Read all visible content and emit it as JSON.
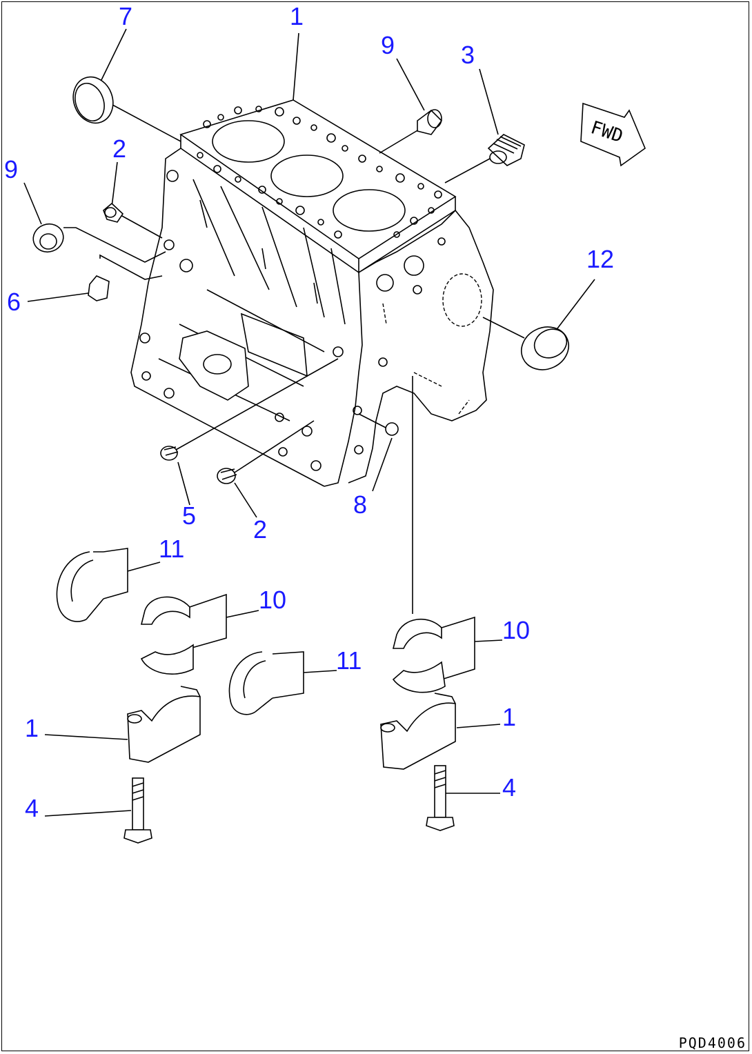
{
  "diagram": {
    "drawing_code": "PQD4006",
    "direction_marker": "FWD",
    "callouts": [
      {
        "id": "c1a",
        "label": "1"
      },
      {
        "id": "c7",
        "label": "7"
      },
      {
        "id": "c9a",
        "label": "9"
      },
      {
        "id": "c3",
        "label": "3"
      },
      {
        "id": "c2a",
        "label": "2"
      },
      {
        "id": "c9b",
        "label": "9"
      },
      {
        "id": "c6",
        "label": "6"
      },
      {
        "id": "c12",
        "label": "12"
      },
      {
        "id": "c5",
        "label": "5"
      },
      {
        "id": "c2b",
        "label": "2"
      },
      {
        "id": "c8",
        "label": "8"
      },
      {
        "id": "c11a",
        "label": "11"
      },
      {
        "id": "c10a",
        "label": "10"
      },
      {
        "id": "c10b",
        "label": "10"
      },
      {
        "id": "c11b",
        "label": "11"
      },
      {
        "id": "c1b",
        "label": "1"
      },
      {
        "id": "c1c",
        "label": "1"
      },
      {
        "id": "c4a",
        "label": "4"
      },
      {
        "id": "c4b",
        "label": "4"
      }
    ]
  }
}
